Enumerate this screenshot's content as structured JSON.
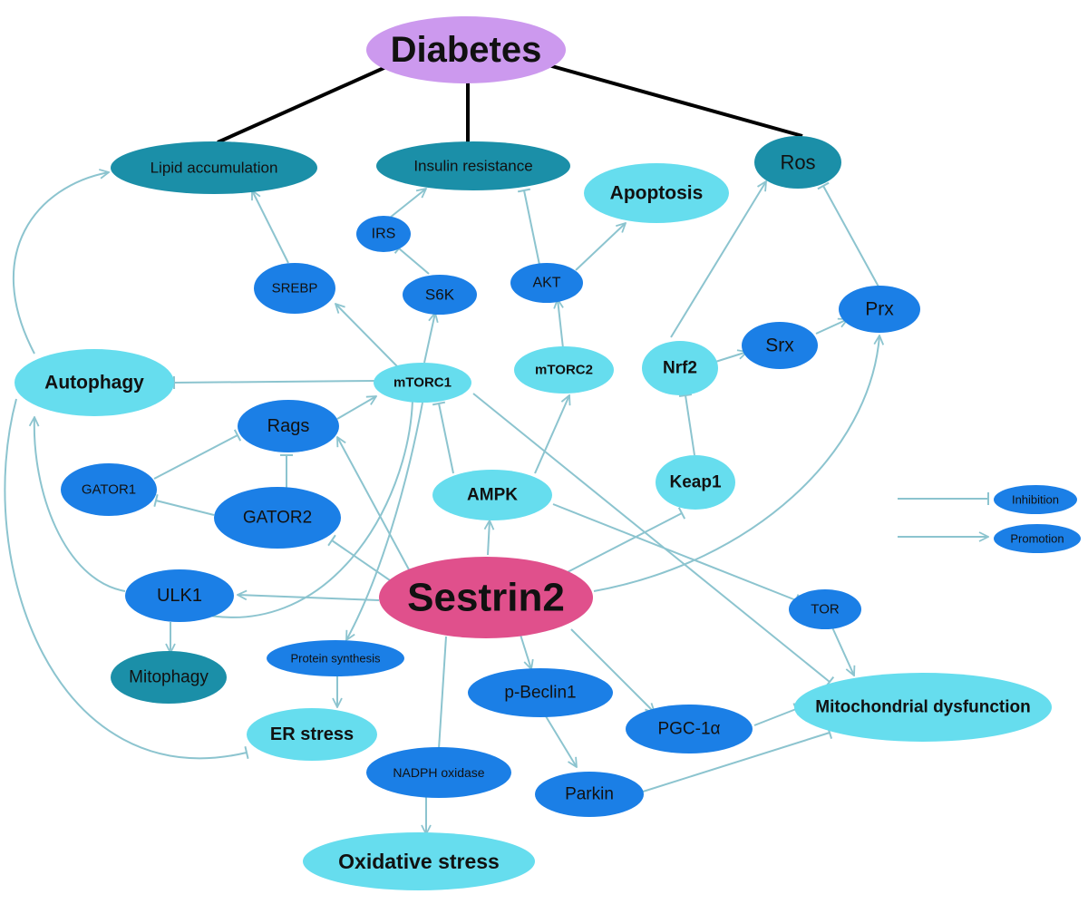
{
  "colors": {
    "diabetes": "#cc99ee",
    "teal": "#1b8fa8",
    "blue": "#1b7fe6",
    "light": "#66ddee",
    "sestrin": "#e0508c",
    "edge": "#8cc4cf",
    "dark_edge": "#000000"
  },
  "nodes": {
    "diabetes": "Diabetes",
    "lipid": "Lipid accumulation",
    "insulin": "Insulin resistance",
    "ros": "Ros",
    "apoptosis": "Apoptosis",
    "irs": "IRS",
    "srebp": "SREBP",
    "s6k": "S6K",
    "akt": "AKT",
    "prx": "Prx",
    "srx": "Srx",
    "autophagy": "Autophagy",
    "mtorc1": "mTORC1",
    "mtorc2": "mTORC2",
    "nrf2": "Nrf2",
    "rags": "Rags",
    "gator1": "GATOR1",
    "gator2": "GATOR2",
    "ampk": "AMPK",
    "keap1": "Keap1",
    "ulk1": "ULK1",
    "sestrin2": "Sestrin2",
    "tor": "TOR",
    "mitophagy": "Mitophagy",
    "protein": "Protein synthesis",
    "pbeclin": "p-Beclin1",
    "pgc": "PGC-1α",
    "mito": "Mitochondrial dysfunction",
    "er": "ER stress",
    "nadph": "NADPH oxidase",
    "parkin": "Parkin",
    "oxidative": "Oxidative stress"
  },
  "legend": {
    "inhibition": "Inhibition",
    "promotion": "Promotion"
  }
}
